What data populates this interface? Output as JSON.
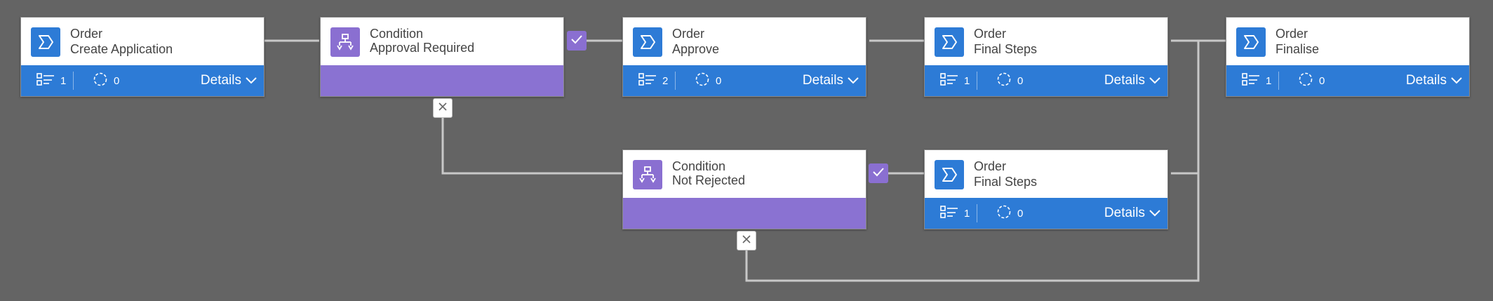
{
  "colors": {
    "canvas": "#646464",
    "order_accent": "#2d7bd6",
    "condition_accent": "#8a6fd1",
    "connector": "#c8c8c8",
    "card": "#ffffff"
  },
  "nodes": [
    {
      "kind": "Order",
      "title": "Create Application",
      "type": "order",
      "steps": "1",
      "loops": "0",
      "details": "Details"
    },
    {
      "kind": "Condition",
      "title": "Approval Required",
      "type": "condition"
    },
    {
      "kind": "Order",
      "title": "Approve",
      "type": "order",
      "steps": "2",
      "loops": "0",
      "details": "Details"
    },
    {
      "kind": "Order",
      "title": "Final Steps",
      "type": "order",
      "steps": "1",
      "loops": "0",
      "details": "Details"
    },
    {
      "kind": "Order",
      "title": "Finalise",
      "type": "order",
      "steps": "1",
      "loops": "0",
      "details": "Details"
    },
    {
      "kind": "Condition",
      "title": "Not Rejected",
      "type": "condition"
    },
    {
      "kind": "Order",
      "title": "Final Steps",
      "type": "order",
      "steps": "1",
      "loops": "0",
      "details": "Details"
    }
  ],
  "icons": {
    "order": "stage-chevron-icon",
    "condition": "branch-icon",
    "steps": "list-icon",
    "loops": "loop-icon",
    "details": "chevron-down-icon",
    "yes_branch": "checkmark-icon",
    "no_branch": "close-icon"
  }
}
